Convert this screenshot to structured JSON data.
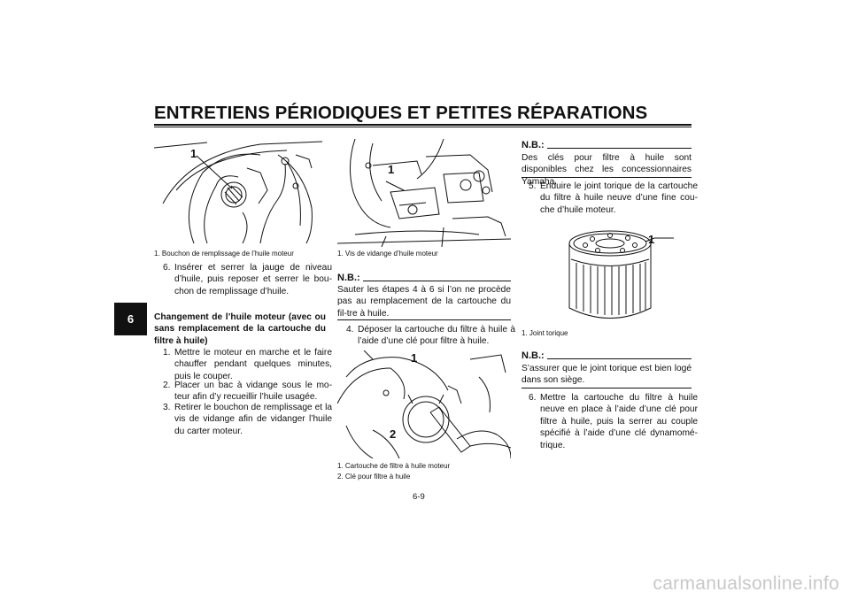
{
  "page": {
    "title": "ENTRETIENS PÉRIODIQUES ET PETITES RÉPARATIONS",
    "chapter_tab": "6",
    "page_number": "6-9",
    "watermark": "carmanualsonline.info"
  },
  "col1": {
    "figure_label": "1",
    "caption": "1.  Bouchon de remplissage de l’huile moteur",
    "step6": {
      "num": "6.",
      "text": "Insérer et serrer la jauge de niveau d’huile, puis reposer et serrer le bou-chon de remplissage d’huile."
    },
    "heading": "Changement de l’huile moteur (avec ou sans remplacement de la cartouche du filtre à huile)",
    "steps": [
      {
        "num": "1.",
        "text": "Mettre le moteur en marche et le faire chauffer pendant quelques minutes, puis le couper."
      },
      {
        "num": "2.",
        "text": "Placer un bac à vidange sous le mo-teur afin d’y recueillir l’huile usagée."
      },
      {
        "num": "3.",
        "text": "Retirer le bouchon de remplissage et la vis de vidange afin de vidanger l’huile du carter moteur."
      }
    ]
  },
  "col2": {
    "figure1_label": "1",
    "caption1": "1.  Vis de vidange d’huile moteur",
    "nb_title": "N.B.:",
    "nb_text": "Sauter les étapes 4 à 6 si l’on ne procède pas au remplacement de la cartouche du fil-tre à huile.",
    "step4": {
      "num": "4.",
      "text": "Déposer la cartouche du filtre à huile à l’aide d’une clé pour filtre à huile."
    },
    "figure2_label1": "1",
    "figure2_label2": "2",
    "caption2a": "1.  Cartouche de filtre à huile moteur",
    "caption2b": "2.  Clé pour filtre à huile"
  },
  "col3": {
    "nb1_title": "N.B.:",
    "nb1_text": "Des clés pour filtre à huile sont disponibles chez les concessionnaires Yamaha.",
    "step5": {
      "num": "5.",
      "text": "Enduire le joint torique de la cartouche du filtre à huile neuve d’une fine cou-che d’huile moteur."
    },
    "figure_label": "1",
    "caption": "1.  Joint torique",
    "nb2_title": "N.B.:",
    "nb2_text": "S’assurer que le joint torique est bien logé dans son siège.",
    "step6": {
      "num": "6.",
      "text": "Mettre la cartouche du filtre à huile neuve en place à l’aide d’une clé pour filtre à huile, puis la serrer au couple spécifié à l’aide d’une clé dynamomé-trique."
    }
  }
}
